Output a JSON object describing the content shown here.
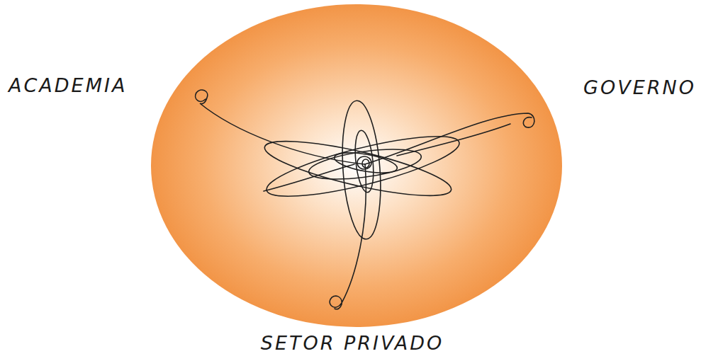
{
  "diagram": {
    "labels": [
      "ACADEMIA",
      "GOVERNO",
      "SETOR PRIVADO"
    ]
  }
}
